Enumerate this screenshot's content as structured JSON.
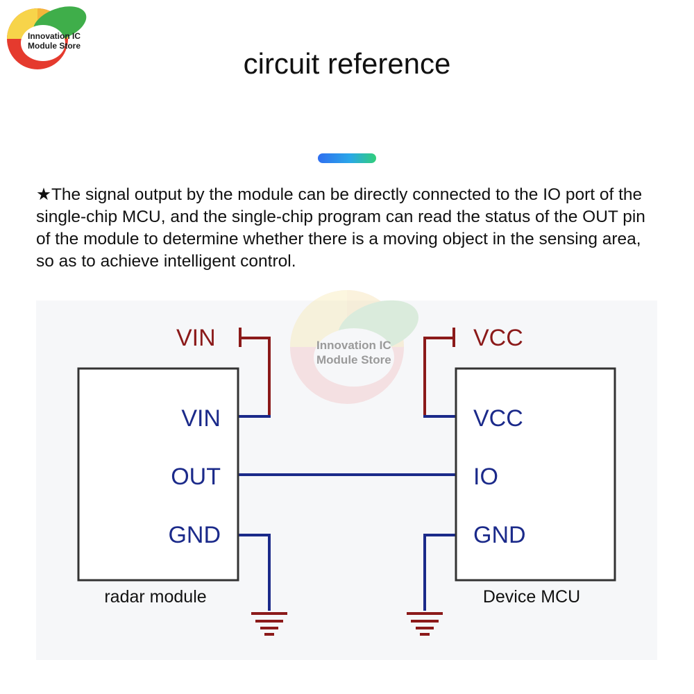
{
  "logo": {
    "line1": "Innovation IC",
    "line2": "Module Store"
  },
  "title": "circuit reference",
  "description": "★The signal output by the module can be directly connected to the IO port of the single-chip MCU, and the single-chip program can read the status of the OUT pin of the module to determine whether there is a moving object in the sensing area, so as to achieve intelligent control.",
  "diagram": {
    "supply_left": "VIN",
    "supply_right": "VCC",
    "left_block": {
      "caption": "radar module",
      "pins": [
        "VIN",
        "OUT",
        "GND"
      ]
    },
    "right_block": {
      "caption": "Device MCU",
      "pins": [
        "VCC",
        "IO",
        "GND"
      ]
    },
    "watermark": {
      "line1": "Innovation IC",
      "line2": "Module Store"
    }
  },
  "colors": {
    "wire": "#1b2a8a",
    "supply": "#8b1a1a",
    "pin_text": "#1b2a8a",
    "accent_start": "#2f6ff0",
    "accent_end": "#31cf7a"
  }
}
